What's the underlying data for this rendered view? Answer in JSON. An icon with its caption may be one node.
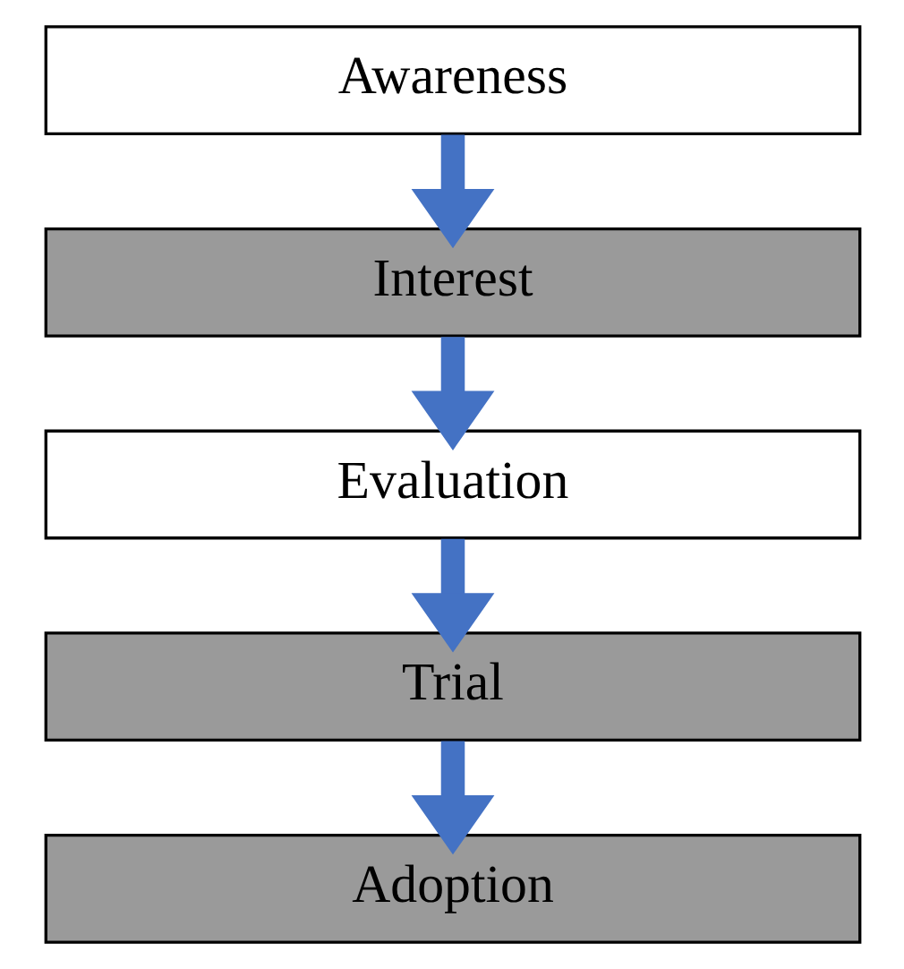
{
  "diagram": {
    "nodes": [
      {
        "text": [
          "Awareness"
        ]
      },
      {
        "text": [
          "Interest"
        ]
      },
      {
        "text": [
          "Evaluation"
        ]
      },
      {
        "text": [
          "Trial"
        ]
      },
      {
        "text": [
          "Adoption"
        ]
      }
    ],
    "edges": [
      {
        "from": 0,
        "to": 1,
        "arrow": "to"
      },
      {
        "from": 1,
        "to": 2,
        "arrow": "to"
      },
      {
        "from": 2,
        "to": 3,
        "arrow": "to"
      },
      {
        "from": 3,
        "to": 4,
        "arrow": "to"
      }
    ]
  }
}
